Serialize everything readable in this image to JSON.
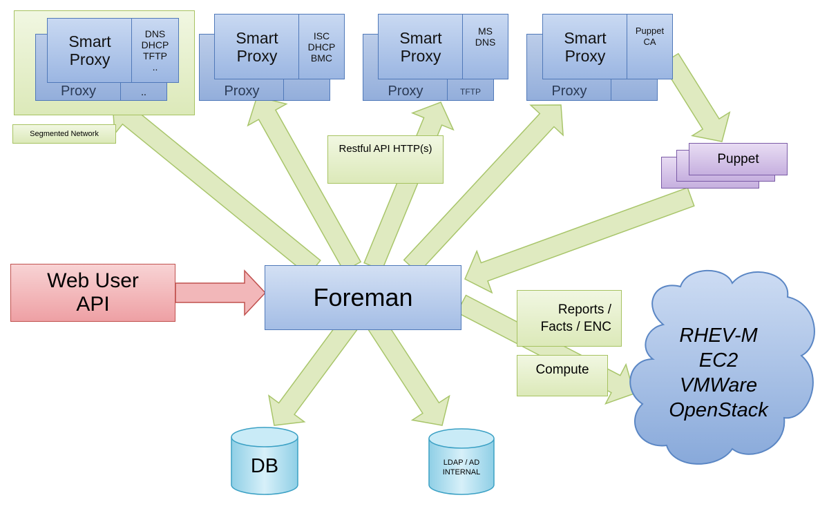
{
  "proxy_groups": [
    {
      "proxy": "Smart\nProxy",
      "services": "DNS\nDHCP\nTFTP\n..",
      "back_services": ".."
    },
    {
      "proxy": "Smart\nProxy",
      "services": "ISC\nDHCP\nBMC"
    },
    {
      "proxy": "Smart\nProxy",
      "services": "MS\nDNS"
    },
    {
      "proxy": "Smart\nProxy",
      "services": "Puppet\nCA"
    }
  ],
  "ghost_labels": [
    "Proxy",
    "Proxy",
    "Proxy",
    "Proxy",
    "TFTP"
  ],
  "segmented_network_label": "Segmented Network",
  "restful_api_label": "Restful API HTTP(s)",
  "puppet_label": "Puppet",
  "web_user_api_label": "Web User\nAPI",
  "foreman_label": "Foreman",
  "reports_label": "Reports /\nFacts / ENC",
  "compute_label": "Compute",
  "cloud_label": "RHEV-M\nEC2\nVMWare\nOpenStack",
  "db_label": "DB",
  "ldap_label": "LDAP / AD\nINTERNAL",
  "colors": {
    "arrow_green_fill": "#dfeac0",
    "arrow_green_stroke": "#a8c56a",
    "proxy_blue": "#a9c0e6",
    "foreman_blue": "#aec4e8",
    "puppet_purple": "#d6c6ea",
    "web_red": "#f2b7b9",
    "cloud_blue": "#9ab8e3",
    "cylinder_cyan": "#a9dcef"
  }
}
